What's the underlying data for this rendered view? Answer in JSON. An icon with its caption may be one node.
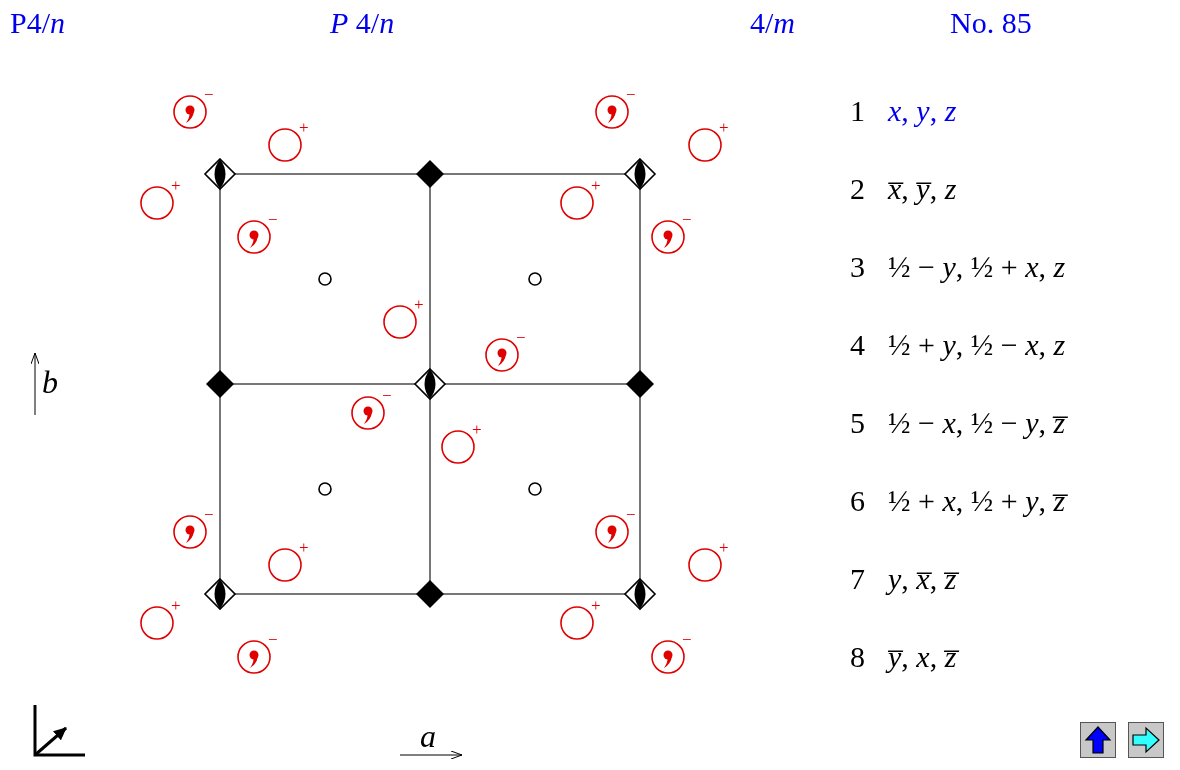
{
  "diagram": {
    "labels": [
      "P4/*n*",
      "*P* 4/*n*",
      "4/*m*",
      "No. 85",
      "1",
      "*x*, *y*, *z*",
      "2",
      "*x̅*, *y̅*, *z*",
      "3",
      "½ − *y*, ½ + *x*, *z*",
      "4",
      "½ + *y*, ½ − *x*, *z*",
      "5",
      "½ − *x*, ½ − *y*, *z̅*",
      "6",
      "½ + *x*, ½ + *y*, *z̅*",
      "7",
      "*y*, *x̅*, *z̅*",
      "8",
      "*y̅*, *x*, *z̅*",
      "*b*",
      "−",
      "−",
      "+",
      "+",
      "+",
      "+",
      "−",
      "−",
      "+",
      "−",
      "−",
      "+",
      "−",
      "−",
      "+",
      "+",
      "+",
      "+",
      "−",
      "−",
      "*a*"
    ]
  }
}
